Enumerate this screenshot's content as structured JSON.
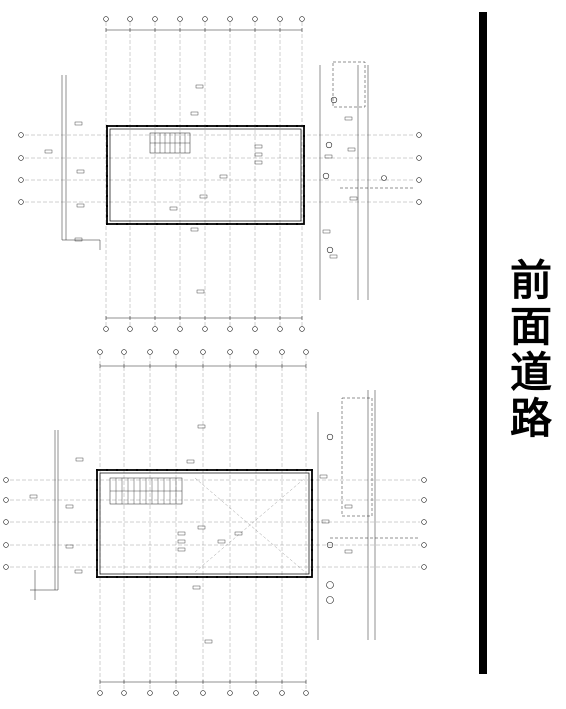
{
  "road_label": [
    "前",
    "面",
    "道",
    "路"
  ],
  "colors": {
    "ink": "#000000",
    "line": "#222222",
    "grid": "#888888",
    "paper": "#ffffff"
  },
  "plans": [
    {
      "id": "upper-floor-plan"
    },
    {
      "id": "lower-floor-plan"
    }
  ]
}
